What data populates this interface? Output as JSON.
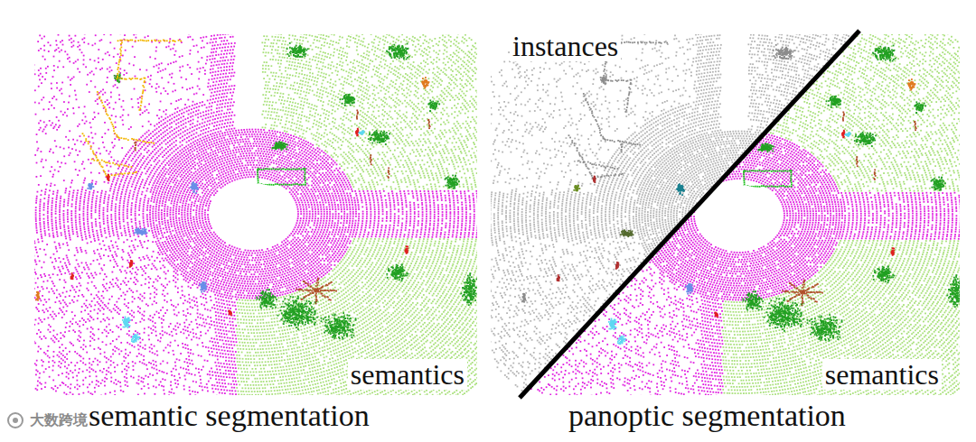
{
  "diagram": {
    "labels": [
      "instances",
      "semantics",
      "semantic segmentation",
      "semantics",
      "panoptic segmentation",
      "大数跨境"
    ]
  }
}
